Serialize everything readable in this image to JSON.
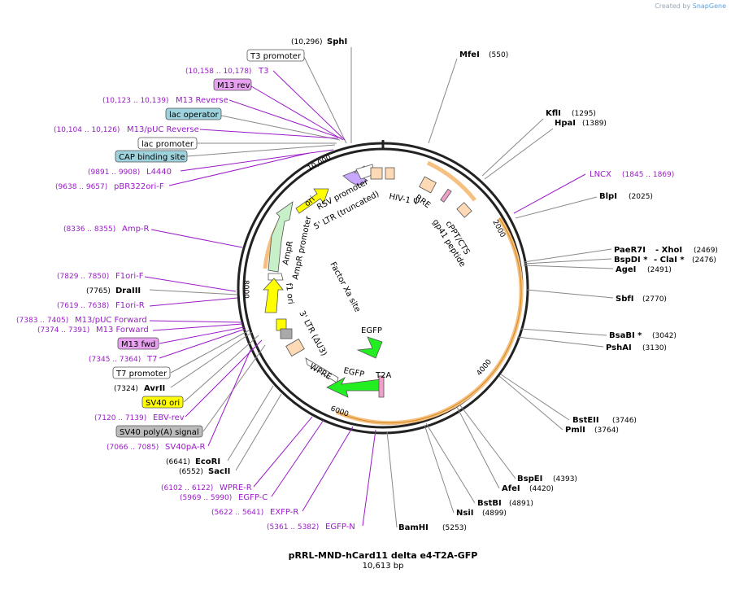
{
  "credit": {
    "prefix": "Created by",
    "brand": "SnapGene"
  },
  "plasmid": {
    "name": "pRRL-MND-hCard11 delta e4-T2A-GFP",
    "size": "10,613 bp",
    "length": 10613
  },
  "ticks": [
    "2000",
    "4000",
    "6000",
    "8000",
    "10,000"
  ],
  "enzymes": [
    {
      "name": "SphI",
      "pos": "(10,296)"
    },
    {
      "name": "MfeI",
      "pos": "(550)"
    },
    {
      "name": "KflI",
      "pos": "(1295)"
    },
    {
      "name": "HpaI",
      "pos": "(1389)"
    },
    {
      "name": "BlpI",
      "pos": "(2025)"
    },
    {
      "name": "PaeR7I",
      "pos": ""
    },
    {
      "name": "- XhoI",
      "pos": "(2469)"
    },
    {
      "name": "BspDI *",
      "pos": ""
    },
    {
      "name": "- ClaI *",
      "pos": "(2476)"
    },
    {
      "name": "AgeI",
      "pos": "(2491)"
    },
    {
      "name": "SbfI",
      "pos": "(2770)"
    },
    {
      "name": "BsaBI *",
      "pos": "(3042)"
    },
    {
      "name": "PshAI",
      "pos": "(3130)"
    },
    {
      "name": "BstEII",
      "pos": "(3746)"
    },
    {
      "name": "PmlI",
      "pos": "(3764)"
    },
    {
      "name": "BspEI",
      "pos": "(4393)"
    },
    {
      "name": "AfeI",
      "pos": "(4420)"
    },
    {
      "name": "BstBI",
      "pos": "(4891)"
    },
    {
      "name": "NsiI",
      "pos": "(4899)"
    },
    {
      "name": "BamHI",
      "pos": "(5253)"
    },
    {
      "name": "EcoRI",
      "pos": "(6641)"
    },
    {
      "name": "SacII",
      "pos": "(6552)"
    },
    {
      "name": "AvrII",
      "pos": "(7324)"
    },
    {
      "name": "DraIII",
      "pos": "(7765)"
    }
  ],
  "primers": [
    {
      "name": "T3",
      "range": "(10,158 .. 10,178)"
    },
    {
      "name": "M13 Reverse",
      "range": "(10,123 .. 10,139)"
    },
    {
      "name": "M13/pUC Reverse",
      "range": "(10,104 .. 10,126)"
    },
    {
      "name": "L4440",
      "range": "(9891 .. 9908)"
    },
    {
      "name": "pBR322ori-F",
      "range": "(9638 .. 9657)"
    },
    {
      "name": "LNCX",
      "range": "(1845 .. 1869)"
    },
    {
      "name": "Amp-R",
      "range": "(8336 .. 8355)"
    },
    {
      "name": "F1ori-F",
      "range": "(7829 .. 7850)"
    },
    {
      "name": "F1ori-R",
      "range": "(7619 .. 7638)"
    },
    {
      "name": "M13/pUC Forward",
      "range": "(7383 .. 7405)"
    },
    {
      "name": "M13 Forward",
      "range": "(7374 .. 7391)"
    },
    {
      "name": "T7",
      "range": "(7345 .. 7364)"
    },
    {
      "name": "EBV-rev",
      "range": "(7120 .. 7139)"
    },
    {
      "name": "SV40pA-R",
      "range": "(7066 .. 7085)"
    },
    {
      "name": "WPRE-R",
      "range": "(6102 .. 6122)"
    },
    {
      "name": "EGFP-C",
      "range": "(5969 .. 5990)"
    },
    {
      "name": "EXFP-R",
      "range": "(5622 .. 5641)"
    },
    {
      "name": "EGFP-N",
      "range": "(5361 .. 5382)"
    }
  ],
  "boxed_features": [
    {
      "name": "T3 promoter",
      "fill": "#ffffff"
    },
    {
      "name": "M13 rev",
      "fill": "#e8a0f0"
    },
    {
      "name": "lac operator",
      "fill": "#9ed2dc"
    },
    {
      "name": "lac promoter",
      "fill": "#ffffff"
    },
    {
      "name": "CAP binding site",
      "fill": "#9ed2dc"
    },
    {
      "name": "M13 fwd",
      "fill": "#e8a0f0"
    },
    {
      "name": "T7 promoter",
      "fill": "#ffffff"
    },
    {
      "name": "SV40 ori",
      "fill": "#ffff00"
    },
    {
      "name": "SV40 poly(A) signal",
      "fill": "#bbbbbb"
    }
  ],
  "inner_labels": [
    "RSV promoter",
    "5' LTR (truncated)",
    "HIV-1 Ψ",
    "RRE",
    "cPPT/CTS",
    "gp41 peptide",
    "ori",
    "AmpR",
    "AmpR promoter",
    "f1 ori",
    "3' LTR (ΔU3)",
    "Factor Xa site",
    "EGFP",
    "EGFP",
    "T2A",
    "WPRE"
  ],
  "colors": {
    "primer": "#9a1bc8",
    "orange_arc": "#f5c080",
    "orange_dark": "#d28a1e",
    "egfp": "#22ee22",
    "yellow": "#ffff00",
    "amp": "#c8f0c8",
    "peach": "#fdd9b5"
  }
}
